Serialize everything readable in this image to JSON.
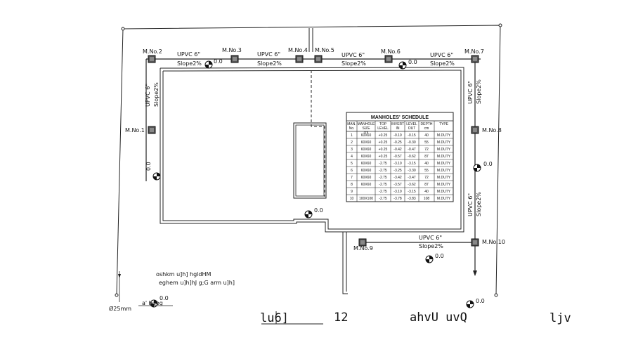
{
  "manholes": [
    "M.No.1",
    "M.No.2",
    "M.No.3",
    "M.No.4",
    "M.No.5",
    "M.No.6",
    "M.No.7",
    "M.No.8",
    "M.No.9",
    "M.No.10"
  ],
  "pipes": {
    "top_a": {
      "size": "UPVC 6\"",
      "slope": "Slope2%"
    },
    "top_b": {
      "size": "UPVC 6\"",
      "slope": "Slope2%"
    },
    "top_c": {
      "size": "UPVC 6\"",
      "slope": "Slope2%"
    },
    "top_d": {
      "size": "UPVC 6\"",
      "slope": "Slope2%"
    },
    "left": {
      "size": "UPVC 6\"",
      "slope": "Slope2%"
    },
    "right_upper": {
      "size": "UPVC 6\"",
      "slope": "Slope2%"
    },
    "right_lower": {
      "size": "UPVC 6\"",
      "slope": "Slope2%"
    },
    "bottom": {
      "size": "UPVC 6\"",
      "slope": "Slope2%"
    }
  },
  "level_marks": [
    "0.0",
    "0.0",
    "0.0",
    "0.0",
    "0.0",
    "0.0",
    "0.0",
    "0.0"
  ],
  "schedule": {
    "title": "MANHOLES' SCHEDULE",
    "headers": [
      "MAN. No.",
      "MANHOLE SIZE cm",
      "TOP LEVEL",
      "INVERT IN",
      "LEVEL OUT",
      "DEPTH cm",
      "TYPE"
    ],
    "rows": [
      [
        "1",
        "60X60",
        "+0.25",
        "-0.10",
        "-0.15",
        "40",
        "M.DUTY"
      ],
      [
        "2",
        "60X60",
        "+0.25",
        "-0.25",
        "-0.30",
        "55",
        "M.DUTY"
      ],
      [
        "3",
        "60X60",
        "+0.25",
        "-0.42",
        "-0.47",
        "72",
        "M.DUTY"
      ],
      [
        "4",
        "60X60",
        "+0.25",
        "-0.57",
        "-0.62",
        "87",
        "M.DUTY"
      ],
      [
        "5",
        "60X60",
        "-2.75",
        "-3.10",
        "-3.15",
        "40",
        "M.DUTY"
      ],
      [
        "6",
        "60X60",
        "-2.75",
        "-3.25",
        "-3.30",
        "55",
        "M.DUTY"
      ],
      [
        "7",
        "60X60",
        "-2.75",
        "-3.42",
        "-3.47",
        "72",
        "M.DUTY"
      ],
      [
        "8",
        "60X60",
        "-2.75",
        "-3.57",
        "-3.62",
        "87",
        "M.DUTY"
      ],
      [
        "9",
        "",
        "-2.75",
        "-3.10",
        "-3.15",
        "40",
        "M.DUTY"
      ],
      [
        "10",
        "100X100",
        "-2.75",
        "-3.78",
        "-3.83",
        "108",
        "M.DUTY"
      ]
    ]
  },
  "notes": [
    "oshkm u]h] hgldHM",
    "eghem u]h]hJ g;G arm u]h]"
  ],
  "dim_label": "Ø25mm",
  "small_note": "a' hgeg",
  "bottom_text": {
    "a": "lu6]",
    "b": "12",
    "c": "ahvU uvQ",
    "d": "ljv"
  }
}
